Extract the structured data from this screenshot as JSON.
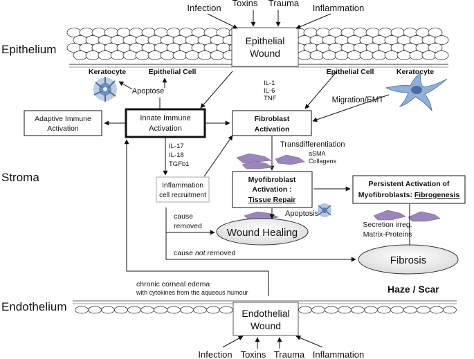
{
  "layers": {
    "epithelium": "Epithelium",
    "stroma": "Stroma",
    "endothelium": "Endothelium"
  },
  "top_triggers": [
    "Infection",
    "Toxins",
    "Trauma",
    "Inflammation"
  ],
  "bottom_triggers": [
    "Infection",
    "Toxins",
    "Trauma",
    "Inflammation"
  ],
  "epithelial_wound": [
    "Epithelial",
    "Wound"
  ],
  "endothelial_wound": [
    "Endothelial",
    "Wound"
  ],
  "cells": {
    "left_keratocyte": "Keratocyte",
    "left_epithelial_cell": "Epithelial Cell",
    "right_epithelial_cell": "Epithelial Cell",
    "right_keratocyte": "Keratocyte"
  },
  "labels": {
    "apoptose": "Apoptose",
    "cytokines_top": [
      "IL-1",
      "IL-6",
      "TNF"
    ],
    "migration": "Migration/EMT",
    "cytokines_mid": [
      "IL-17",
      "IL-18",
      "TGFb1"
    ],
    "transdiff": "Transdifferentiation",
    "markers": [
      "aSMA",
      "Collagens"
    ],
    "apoptosis": "Apoptosis",
    "cause_removed": [
      "cause",
      "removed"
    ],
    "cause_not_removed": [
      "cause ",
      "not",
      " removed"
    ],
    "secretion": [
      "Secretion irreg.",
      "Matrix-Proteins"
    ],
    "edema": [
      "chronic corneal edema",
      "with cytokines from the aqueous humour"
    ],
    "haze": "Haze / Scar"
  },
  "boxes": {
    "adaptive": [
      "Adaptive Immune",
      "Activation"
    ],
    "innate": [
      "Innate Immune",
      "Activation"
    ],
    "fibroblast": [
      "Fibroblast",
      "Activation"
    ],
    "inflammation": [
      "Inflammation",
      "cell recruitment"
    ],
    "myofibroblast": [
      "Myofibroblast",
      "Activation :",
      "Tissue Repair"
    ],
    "persistent": [
      "Persistent Activation of",
      "Myofibroblasts: ",
      "Fibrogenesis"
    ],
    "wound_healing": "Wound Healing",
    "fibrosis": "Fibrosis"
  },
  "colors": {
    "cell_blue": "#7f9fc8",
    "fibro_purple": "#9a86b8",
    "ellipse_fill": "#ececec",
    "layer_line": "#999999"
  }
}
